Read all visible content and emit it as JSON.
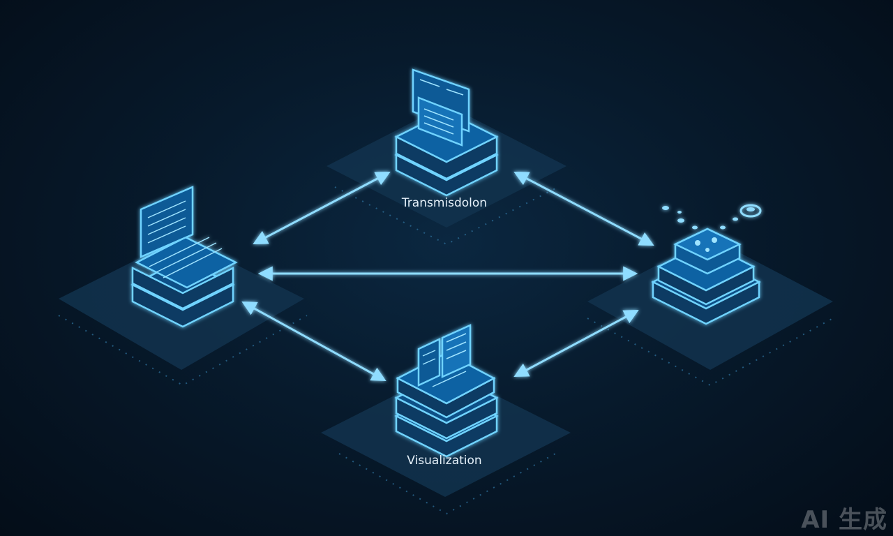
{
  "diagram": {
    "nodes": [
      {
        "id": "top",
        "kind": "server-stack",
        "label": "Transmisdolon"
      },
      {
        "id": "left",
        "kind": "laptop"
      },
      {
        "id": "right",
        "kind": "hub-device"
      },
      {
        "id": "bottom",
        "kind": "server-stack",
        "label": "Visualization"
      }
    ],
    "edges": [
      {
        "from": "left",
        "to": "top",
        "arrows": "both"
      },
      {
        "from": "top",
        "to": "right",
        "arrows": "both"
      },
      {
        "from": "left",
        "to": "right",
        "arrows": "both"
      },
      {
        "from": "left",
        "to": "bottom",
        "arrows": "both"
      },
      {
        "from": "bottom",
        "to": "right",
        "arrows": "both"
      }
    ]
  },
  "colors": {
    "glow": "#4fc3ff",
    "stroke": "#6fd3ff",
    "fill": "#0e4f86",
    "platform": "#12324d",
    "background": "#061523"
  },
  "watermark": "AI 生成"
}
